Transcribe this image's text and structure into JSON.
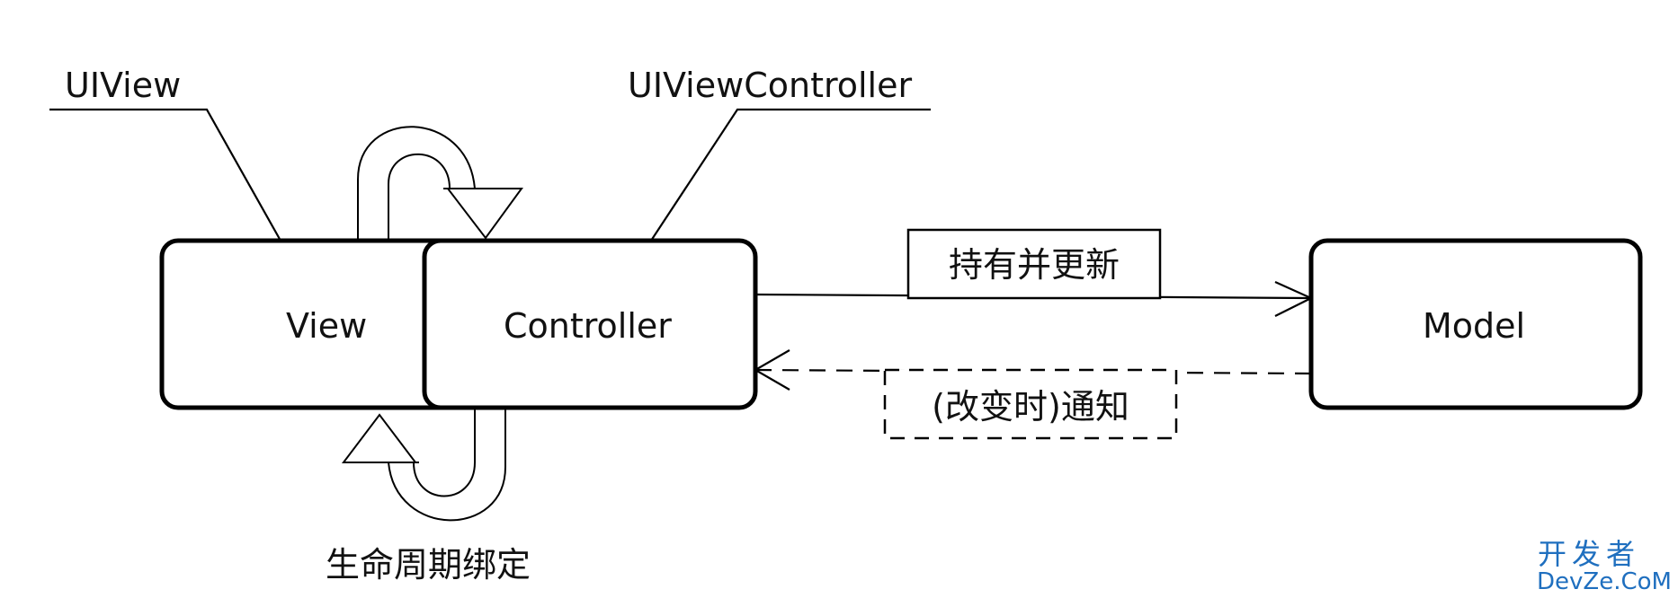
{
  "nodes": {
    "view": {
      "label": "View"
    },
    "controller": {
      "label": "Controller"
    },
    "model": {
      "label": "Model"
    }
  },
  "callouts": {
    "uiview": "UIView",
    "uiviewcontroller": "UIViewController"
  },
  "edges": {
    "controller_to_model": {
      "label": "持有并更新",
      "style": "solid"
    },
    "model_to_controller": {
      "label": "(改变时)通知",
      "style": "dashed"
    }
  },
  "lifecycle": {
    "label": "生命周期绑定"
  },
  "watermark": {
    "line1": "开发者",
    "line2": "DevZe.CoM"
  },
  "colors": {
    "stroke": "#000000",
    "background": "#ffffff",
    "watermark": "#1f6fbf"
  }
}
